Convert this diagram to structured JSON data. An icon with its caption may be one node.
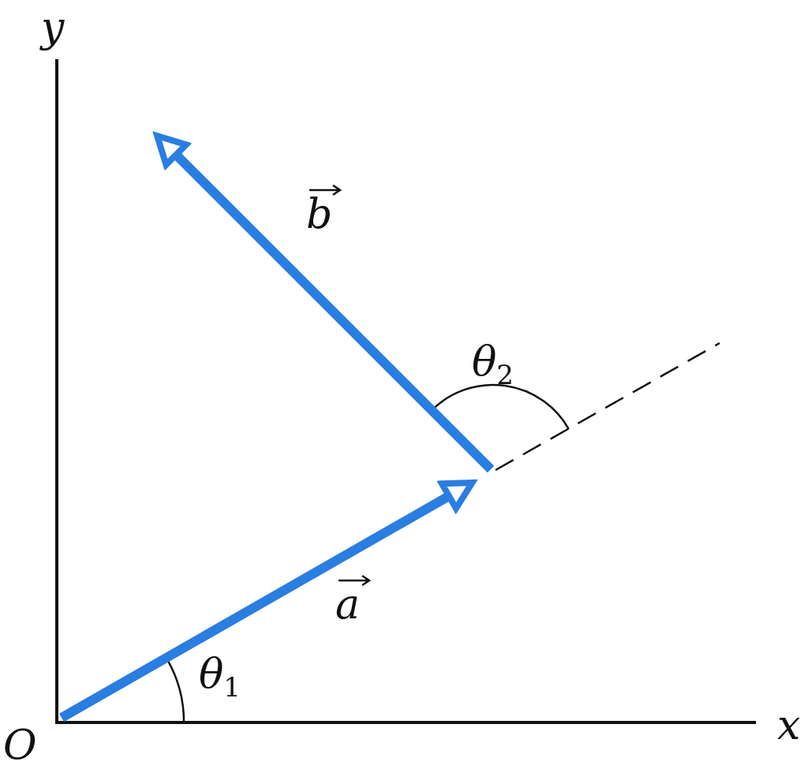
{
  "diagram": {
    "labels": [
      "y",
      "b",
      "θ$_{2}$",
      "a",
      "θ$_{1}$",
      "O",
      "x"
    ]
  }
}
